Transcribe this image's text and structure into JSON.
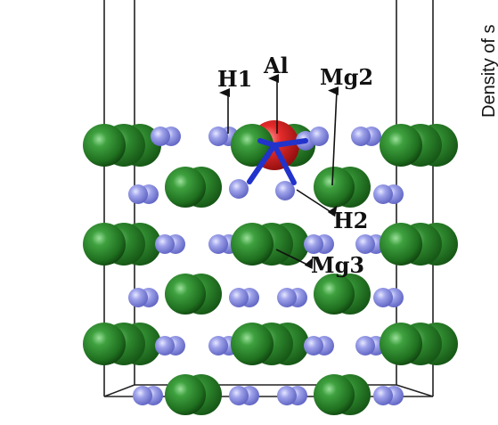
{
  "figure": {
    "labels": {
      "h1": "H1",
      "al": "Al",
      "mg2": "Mg2",
      "h2": "H2",
      "mg3": "Mg3"
    },
    "side_text": "Density of s"
  },
  "colors": {
    "mg": "#2e7d2e",
    "h": "#8a8ee0",
    "al": "#dd2222",
    "bond": "#2233cc",
    "frame": "#222222",
    "arrow": "#111111"
  }
}
